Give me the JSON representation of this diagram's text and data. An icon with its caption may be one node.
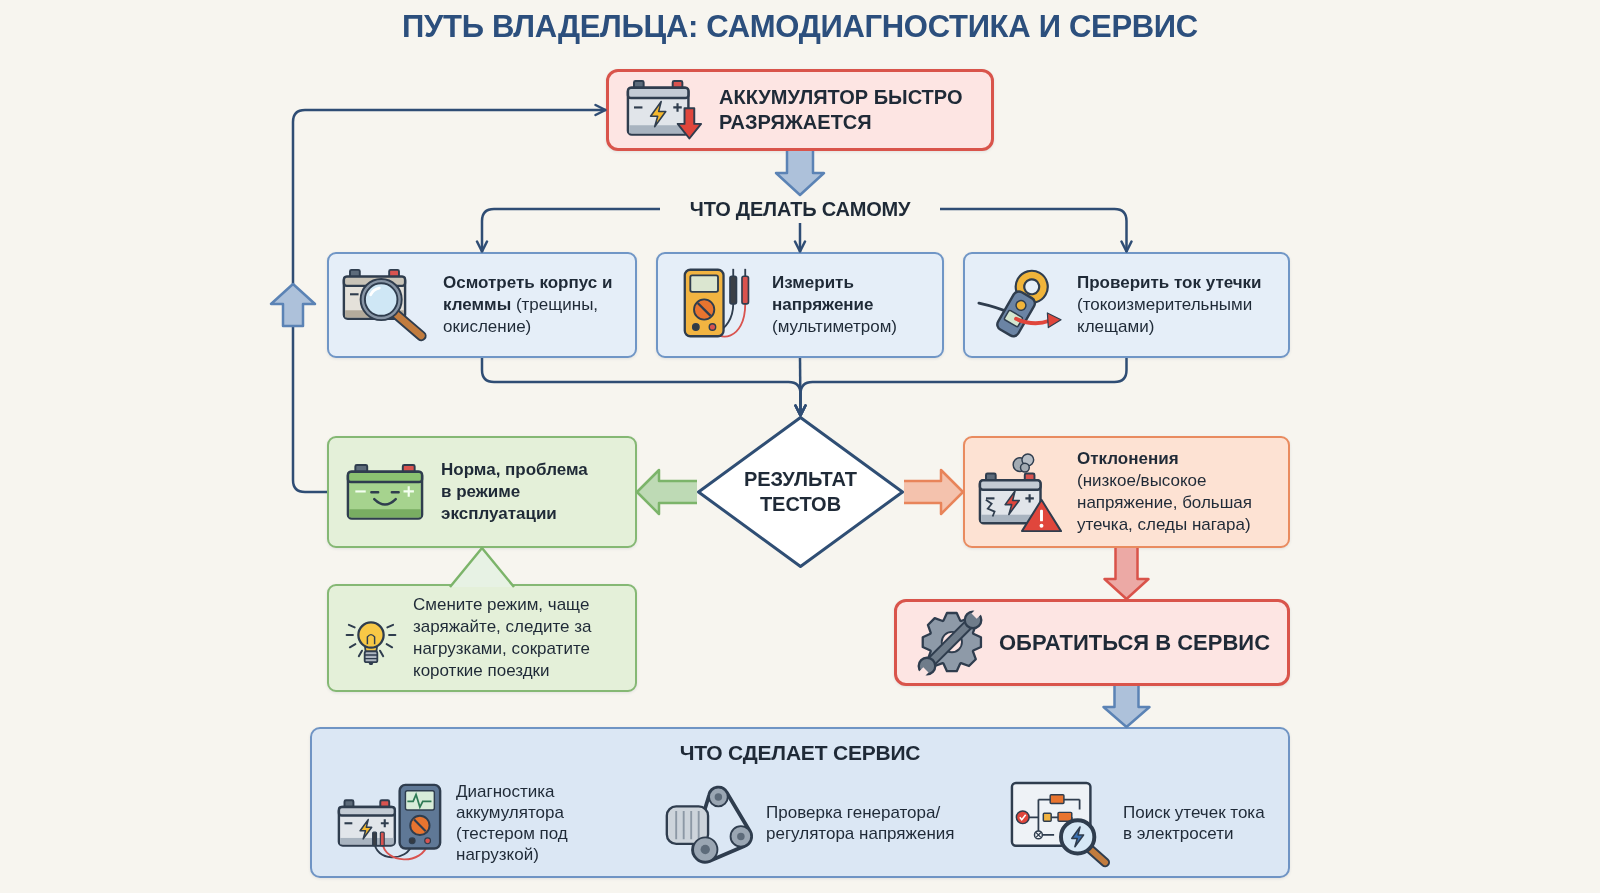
{
  "diagram": {
    "title": "ПУТЬ ВЛАДЕЛЬЦА: САМОДИАГНОСТИКА И СЕРВИС",
    "nodes": [
      {
        "text": [
          "АККУМУЛЯТОР БЫСТРО РАЗРЯЖАЕТСЯ"
        ]
      },
      {
        "text": [
          "ЧТО ДЕЛАТЬ САМОМУ"
        ]
      },
      {
        "text": [
          "**Осмотреть корпус и клеммы** (трещины, окисление)"
        ]
      },
      {
        "text": [
          "**Измерить напряжение** (мультиметром)"
        ]
      },
      {
        "text": [
          "**Проверить ток утечки** (токоизмерительными клещами)"
        ]
      },
      {
        "text": [
          "РЕЗУЛЬТАТ ТЕСТОВ"
        ]
      },
      {
        "text": [
          "Норма, проблема в режиме эксплуатации"
        ]
      },
      {
        "text": [
          "Смените режим, чаще заряжайте, следите за нагрузками, сократите короткие поездки"
        ]
      },
      {
        "text": [
          "**Отклонения** (низкое/высокое напряжение, большая утечка, следы нагара)"
        ]
      },
      {
        "text": [
          "ОБРАТИТЬСЯ В СЕРВИС"
        ]
      },
      {
        "text": [
          "ЧТО СДЕЛАЕТ СЕРВИС",
          "Диагностика аккумулятора (тестером под нагрузкой)",
          "Проверка генератора/регулятора напряжения",
          "Поиск утечек тока в электросети"
        ]
      }
    ],
    "edges": [
      {
        "from": 0,
        "to": 1,
        "arrow": "to",
        "style": "thick",
        "color": "#5b83b5"
      },
      {
        "from": 1,
        "to": 2,
        "arrow": "to"
      },
      {
        "from": 1,
        "to": 3,
        "arrow": "to"
      },
      {
        "from": 1,
        "to": 4,
        "arrow": "to"
      },
      {
        "from": 2,
        "to": 5,
        "arrow": "to"
      },
      {
        "from": 3,
        "to": 5,
        "arrow": "to"
      },
      {
        "from": 4,
        "to": 5,
        "arrow": "to"
      },
      {
        "from": 5,
        "to": 6,
        "arrow": "to",
        "style": "thick",
        "color": "#7cb46a"
      },
      {
        "from": 5,
        "to": 8,
        "arrow": "to",
        "style": "thick",
        "color": "#e8845a"
      },
      {
        "from": 8,
        "to": 9,
        "arrow": "to",
        "style": "thick",
        "color": "#d9534a"
      },
      {
        "from": 9,
        "to": 10,
        "arrow": "to",
        "style": "thick",
        "color": "#5b83b5"
      },
      {
        "from": 6,
        "to": 0,
        "arrow": "to"
      },
      {
        "from": 7,
        "to": 6,
        "arrow": "to",
        "style": "thick",
        "color": "#7cb46a"
      }
    ]
  }
}
